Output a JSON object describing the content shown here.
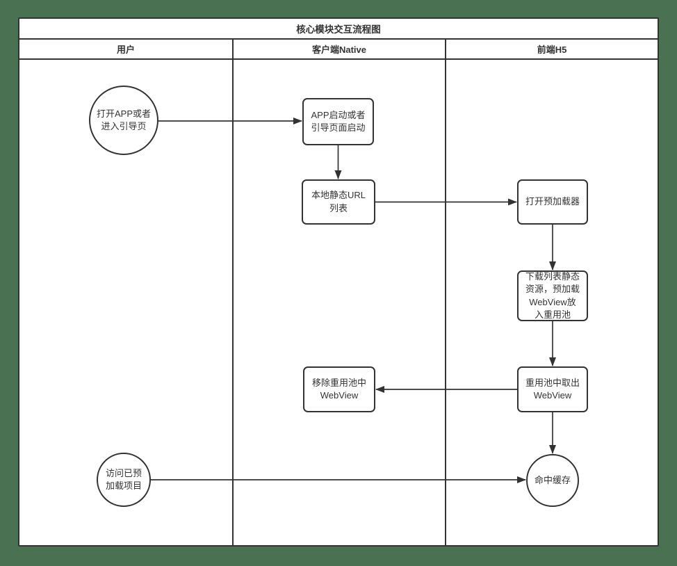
{
  "diagram": {
    "title": "核心模块交互流程图",
    "colors": {
      "background": "#4a7152",
      "line": "#333333",
      "node_fill": "#ffffff",
      "text": "#333333"
    },
    "lanes": [
      {
        "label": "用户"
      },
      {
        "label": "客户端Native"
      },
      {
        "label": "前端H5"
      }
    ],
    "nodes": [
      {
        "id": "open-app",
        "shape": "circle",
        "lane": "用户",
        "label": "打开APP或者\n进入引导页"
      },
      {
        "id": "app-launch",
        "shape": "rect",
        "lane": "客户端Native",
        "label": "APP启动或者\n引导页面启动"
      },
      {
        "id": "local-url-list",
        "shape": "rect",
        "lane": "客户端Native",
        "label": "本地静态URL\n列表"
      },
      {
        "id": "open-preloader",
        "shape": "rect",
        "lane": "前端H5",
        "label": "打开预加载器"
      },
      {
        "id": "download-resources",
        "shape": "rect",
        "lane": "前端H5",
        "label": "下载列表静态\n资源，预加载\nWebView放\n入重用池"
      },
      {
        "id": "remove-webview",
        "shape": "rect",
        "lane": "客户端Native",
        "label": "移除重用池中\nWebView"
      },
      {
        "id": "take-webview",
        "shape": "rect",
        "lane": "前端H5",
        "label": "重用池中取出\nWebView"
      },
      {
        "id": "visit-preloaded",
        "shape": "circle",
        "lane": "用户",
        "label": "访问已预\n加载项目"
      },
      {
        "id": "cache-hit",
        "shape": "circle",
        "lane": "前端H5",
        "label": "命中缓存"
      }
    ],
    "edges": [
      {
        "from": "open-app",
        "to": "app-launch"
      },
      {
        "from": "app-launch",
        "to": "local-url-list"
      },
      {
        "from": "local-url-list",
        "to": "open-preloader"
      },
      {
        "from": "open-preloader",
        "to": "download-resources"
      },
      {
        "from": "download-resources",
        "to": "take-webview"
      },
      {
        "from": "take-webview",
        "to": "remove-webview"
      },
      {
        "from": "take-webview",
        "to": "cache-hit"
      },
      {
        "from": "visit-preloaded",
        "to": "cache-hit"
      }
    ]
  }
}
